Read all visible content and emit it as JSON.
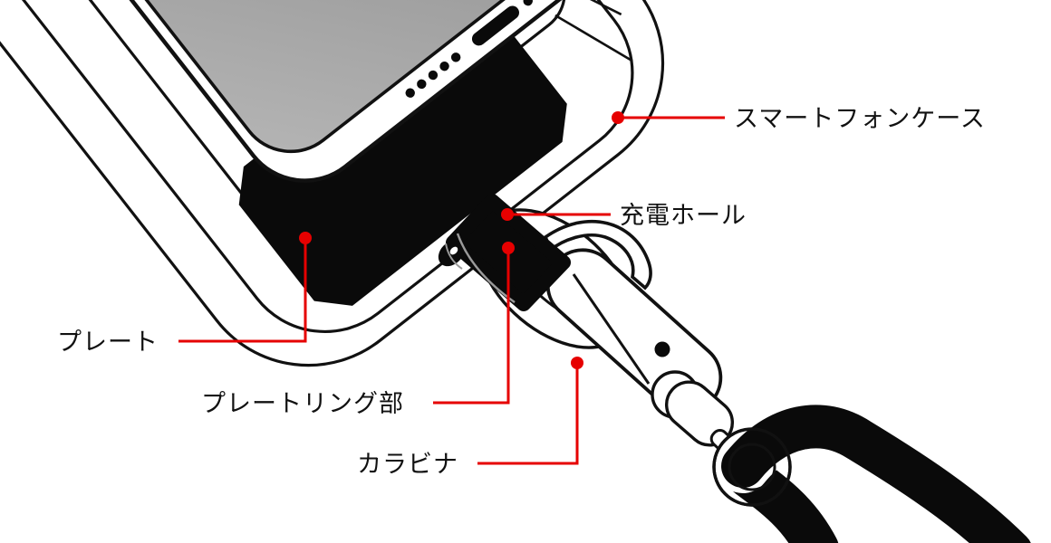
{
  "diagram": {
    "type": "product-annotation-diagram",
    "subject": "smartphone-strap-attachment",
    "labels": {
      "case": "スマートフォンケース",
      "hole": "充電ホール",
      "plate": "プレート",
      "ring": "プレートリング部",
      "carabiner": "カラビナ"
    },
    "colors": {
      "leader_red": "#e60000",
      "outline_black": "#111111",
      "screen_gray_light": "#b6b6b6",
      "screen_gray_dark": "#787878",
      "background": "#ffffff"
    }
  }
}
